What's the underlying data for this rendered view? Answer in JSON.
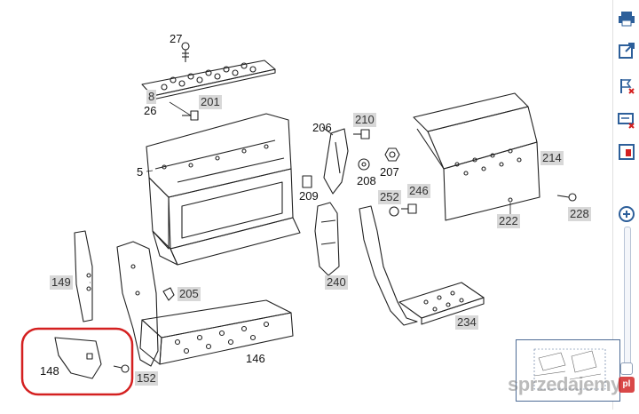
{
  "labels": {
    "l27": "27",
    "l8": "8",
    "l26": "26",
    "l201": "201",
    "l5": "5",
    "l206": "206",
    "l210": "210",
    "l207": "207",
    "l208": "208",
    "l209": "209",
    "l252": "252",
    "l246": "246",
    "l214": "214",
    "l222": "222",
    "l228": "228",
    "l149": "149",
    "l205": "205",
    "l240": "240",
    "l234": "234",
    "l148": "148",
    "l146": "146",
    "l152": "152"
  },
  "toolbar": {
    "print": "printer-icon",
    "open_window": "external-window-icon",
    "flag": "flag-icon",
    "comment": "comment-icon",
    "bookmark": "bookmark-icon",
    "zoom_in": "zoom-in-icon"
  },
  "watermark": {
    "text": "sprzedajemy",
    "badge": "pl"
  },
  "colors": {
    "highlight": "#d42020",
    "toolbar_icon": "#2d5f9a",
    "label_bg": "#d8d8d8"
  }
}
